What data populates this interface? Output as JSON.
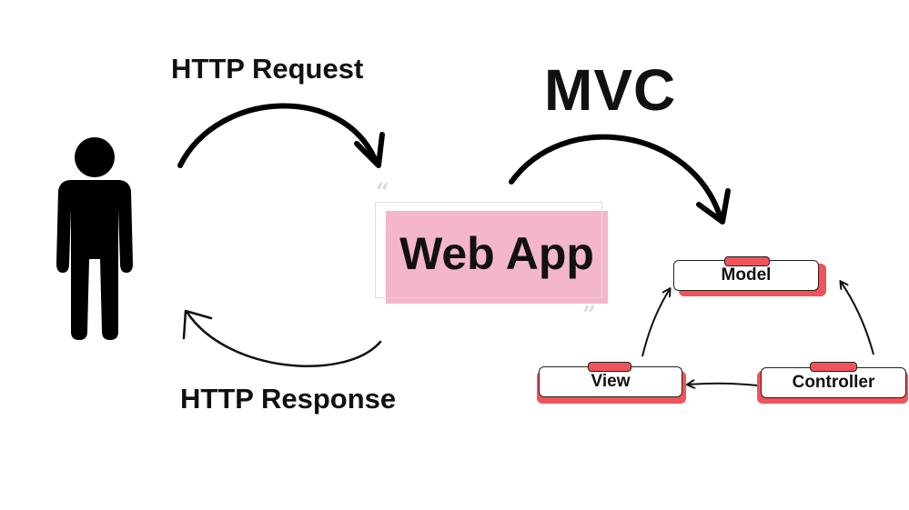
{
  "diagram": {
    "http_request_label": "HTTP Request",
    "http_response_label": "HTTP Response",
    "web_app_label": "Web App",
    "mvc_title": "MVC",
    "nodes": {
      "model": "Model",
      "view": "View",
      "controller": "Controller"
    }
  },
  "colors": {
    "web_app_fill": "#f4b6cc",
    "node_accent": "#f0535a",
    "stroke": "#111111"
  }
}
